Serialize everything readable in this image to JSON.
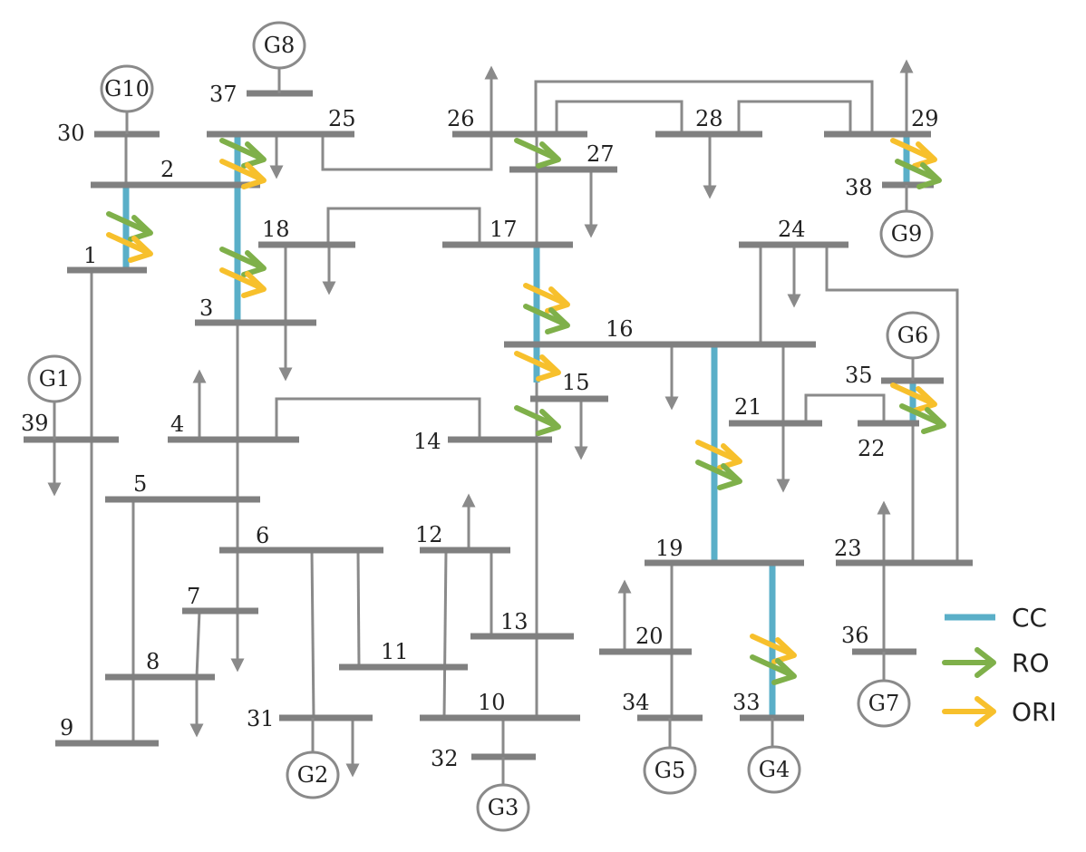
{
  "colors": {
    "line": "#8a8a8a",
    "bus": "#808080",
    "cc": "#5aafc8",
    "ro": "#7fb04a",
    "ori": "#f7c02c"
  },
  "buses": [
    "1",
    "2",
    "3",
    "4",
    "5",
    "6",
    "7",
    "8",
    "9",
    "10",
    "11",
    "12",
    "13",
    "14",
    "15",
    "16",
    "17",
    "18",
    "19",
    "20",
    "21",
    "22",
    "23",
    "24",
    "25",
    "26",
    "27",
    "28",
    "29",
    "30",
    "31",
    "32",
    "33",
    "34",
    "35",
    "36",
    "37",
    "38",
    "39"
  ],
  "generators": [
    "G1",
    "G2",
    "G3",
    "G4",
    "G5",
    "G6",
    "G7",
    "G8",
    "G9",
    "G10"
  ],
  "legend": [
    {
      "label": "CC",
      "color": "#5aafc8",
      "icon": "line-icon"
    },
    {
      "label": "RO",
      "color": "#7fb04a",
      "icon": "arrow-icon"
    },
    {
      "label": "ORI",
      "color": "#f7c02c",
      "icon": "arrow-icon"
    }
  ]
}
